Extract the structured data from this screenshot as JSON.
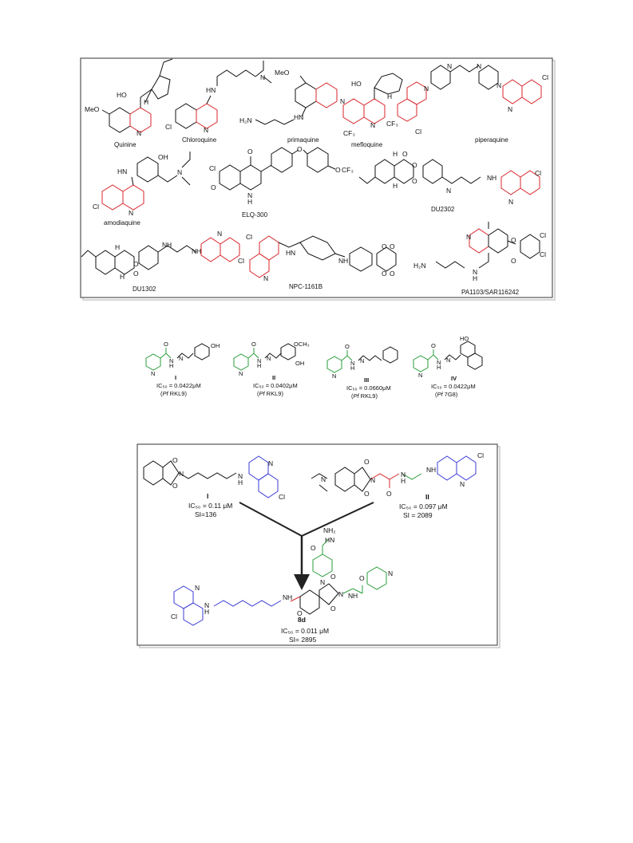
{
  "panel1": {
    "compounds": [
      {
        "name": "Quinine",
        "substituents": [
          "MeO",
          "HO",
          "H",
          "N"
        ]
      },
      {
        "name": "Chloroquine",
        "substituents": [
          "HN",
          "N",
          "Cl",
          "N"
        ]
      },
      {
        "name": "primaquine",
        "substituents": [
          "MeO",
          "N",
          "H₂N",
          "HN"
        ]
      },
      {
        "name": "mefloquine",
        "substituents": [
          "HO",
          "N",
          "H",
          "N",
          "CF₃",
          "CF₃"
        ]
      },
      {
        "name": "piperaquine",
        "substituents": [
          "N",
          "N",
          "N",
          "N",
          "Cl",
          "Cl",
          "N"
        ]
      },
      {
        "name": "amodiaquine",
        "substituents": [
          "OH",
          "HN",
          "N",
          "N",
          "Cl"
        ]
      },
      {
        "name": "ELQ-300",
        "substituents": [
          "O",
          "O",
          "O",
          "CF₃",
          "Cl",
          "O",
          "N",
          "H"
        ]
      },
      {
        "name": "DU2302",
        "substituents": [
          "O",
          "O",
          "O",
          "H",
          "H",
          "N",
          "N",
          "H",
          "Cl",
          "N"
        ]
      },
      {
        "name": "DU1302",
        "substituents": [
          "H",
          "O",
          "O",
          "H",
          "N",
          "H",
          "N",
          "H",
          "Cl",
          "N"
        ]
      },
      {
        "name": "NPC-1161B",
        "substituents": [
          "Cl",
          "H",
          "N",
          "N",
          "H",
          "N",
          "O",
          "O",
          "O",
          "O"
        ]
      },
      {
        "name": "PA1103/SAR116242",
        "substituents": [
          "H₂N",
          "N",
          "H",
          "O",
          "Cl",
          "Cl",
          "O",
          "N"
        ]
      }
    ]
  },
  "panel2": {
    "compounds": [
      {
        "label": "I",
        "ic50": "IC₅₀ = 0.0422μM",
        "strain_italic": "Pf",
        "strain": " RKL9",
        "groups": [
          "O",
          "N",
          "H",
          "N",
          "N",
          "OH"
        ]
      },
      {
        "label": "II",
        "ic50": "IC₅₀ = 0.0402μM",
        "strain_italic": "Pf",
        "strain": " RKL9",
        "groups": [
          "O",
          "N",
          "H",
          "N",
          "N",
          "OCH₃",
          "OH"
        ]
      },
      {
        "label": "III",
        "ic50": "IC₅₀ = 0.0660μM",
        "strain_italic": "Pf",
        "strain": " RKL9",
        "groups": [
          "O",
          "N",
          "H",
          "N",
          "N"
        ]
      },
      {
        "label": "IV",
        "ic50": "IC₅₀ = 0.0422μM",
        "strain_italic": "Pf",
        "strain": " 7G8",
        "groups": [
          "O",
          "N",
          "H",
          "N",
          "N",
          "HO"
        ]
      }
    ]
  },
  "panel3": {
    "cmpdI": {
      "label": "I",
      "ic50": "IC₅₀ = 0.11 μM",
      "si": "SI=136",
      "atoms": [
        "O",
        "N",
        "O",
        "N",
        "H",
        "N",
        "Cl"
      ]
    },
    "cmpdII": {
      "label": "II",
      "ic50": "IC₅₀ = 0.097 μM",
      "si": "SI = 2089",
      "atoms": [
        "N",
        "O",
        "N",
        "O",
        "O",
        "N",
        "H",
        "N",
        "H",
        "N",
        "Cl"
      ]
    },
    "reagent": {
      "atoms": [
        "NH₂",
        "HN",
        "O",
        "N"
      ]
    },
    "product": {
      "label": "8d",
      "ic50": "IC₅₀ = 0.011 μM",
      "si": "SI= 2895",
      "atoms": [
        "N",
        "Cl",
        "N",
        "H",
        "N",
        "H",
        "O",
        "O",
        "N",
        "O",
        "N",
        "H",
        "O",
        "N"
      ]
    }
  },
  "colors": {
    "red": "#d8262b",
    "green": "#2a9d3a",
    "blue": "#3b3bd6",
    "black": "#111111"
  }
}
